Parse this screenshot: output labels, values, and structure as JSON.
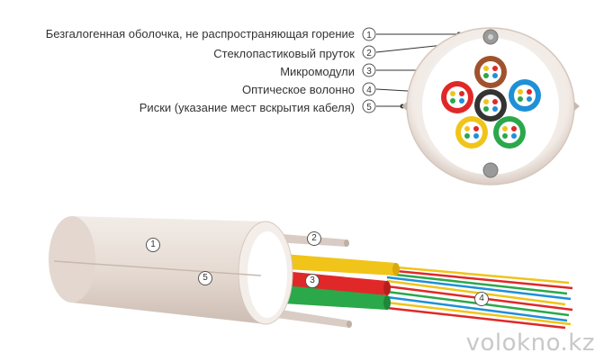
{
  "legend": [
    {
      "num": "1",
      "text": "Безгалогенная оболочка, не распространяющая горение"
    },
    {
      "num": "2",
      "text": "Стеклопастиковый пруток"
    },
    {
      "num": "3",
      "text": "Микромодули"
    },
    {
      "num": "4",
      "text": "Оптическое волонно"
    },
    {
      "num": "5",
      "text": "Риски (указание мест вскрытия кабеля)"
    }
  ],
  "callouts": {
    "c1": "1",
    "c2": "2",
    "c3": "3",
    "c4": "4",
    "c5": "5"
  },
  "watermark": "volokno.kz",
  "colors": {
    "sheath": "#e8ddd6",
    "yellow": "#f0c419",
    "red": "#e02828",
    "green": "#2aa84a",
    "blue": "#1e90d8",
    "brown": "#a0522d",
    "black": "#333333"
  }
}
